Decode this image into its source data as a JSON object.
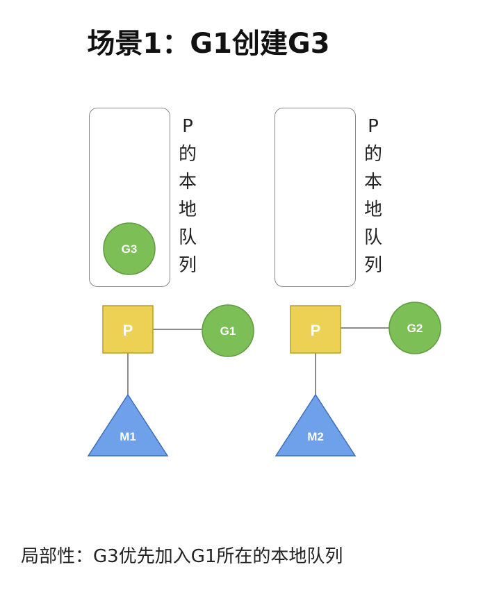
{
  "title": "场景1：G1创建G3",
  "caption": "局部性：G3优先加入G1所在的本地队列",
  "queue_label_chars": [
    "P",
    "的",
    "本",
    "地",
    "队",
    "列"
  ],
  "colors": {
    "p_fill": "#ecd155",
    "g_fill": "#7dbf57",
    "m_fill": "#6ea1ea",
    "line": "#666666",
    "box_border": "#888888"
  },
  "left_group": {
    "p": "P",
    "running_g": "G1",
    "machine": "M1",
    "queued_g": "G3"
  },
  "right_group": {
    "p": "P",
    "running_g": "G2",
    "machine": "M2"
  }
}
